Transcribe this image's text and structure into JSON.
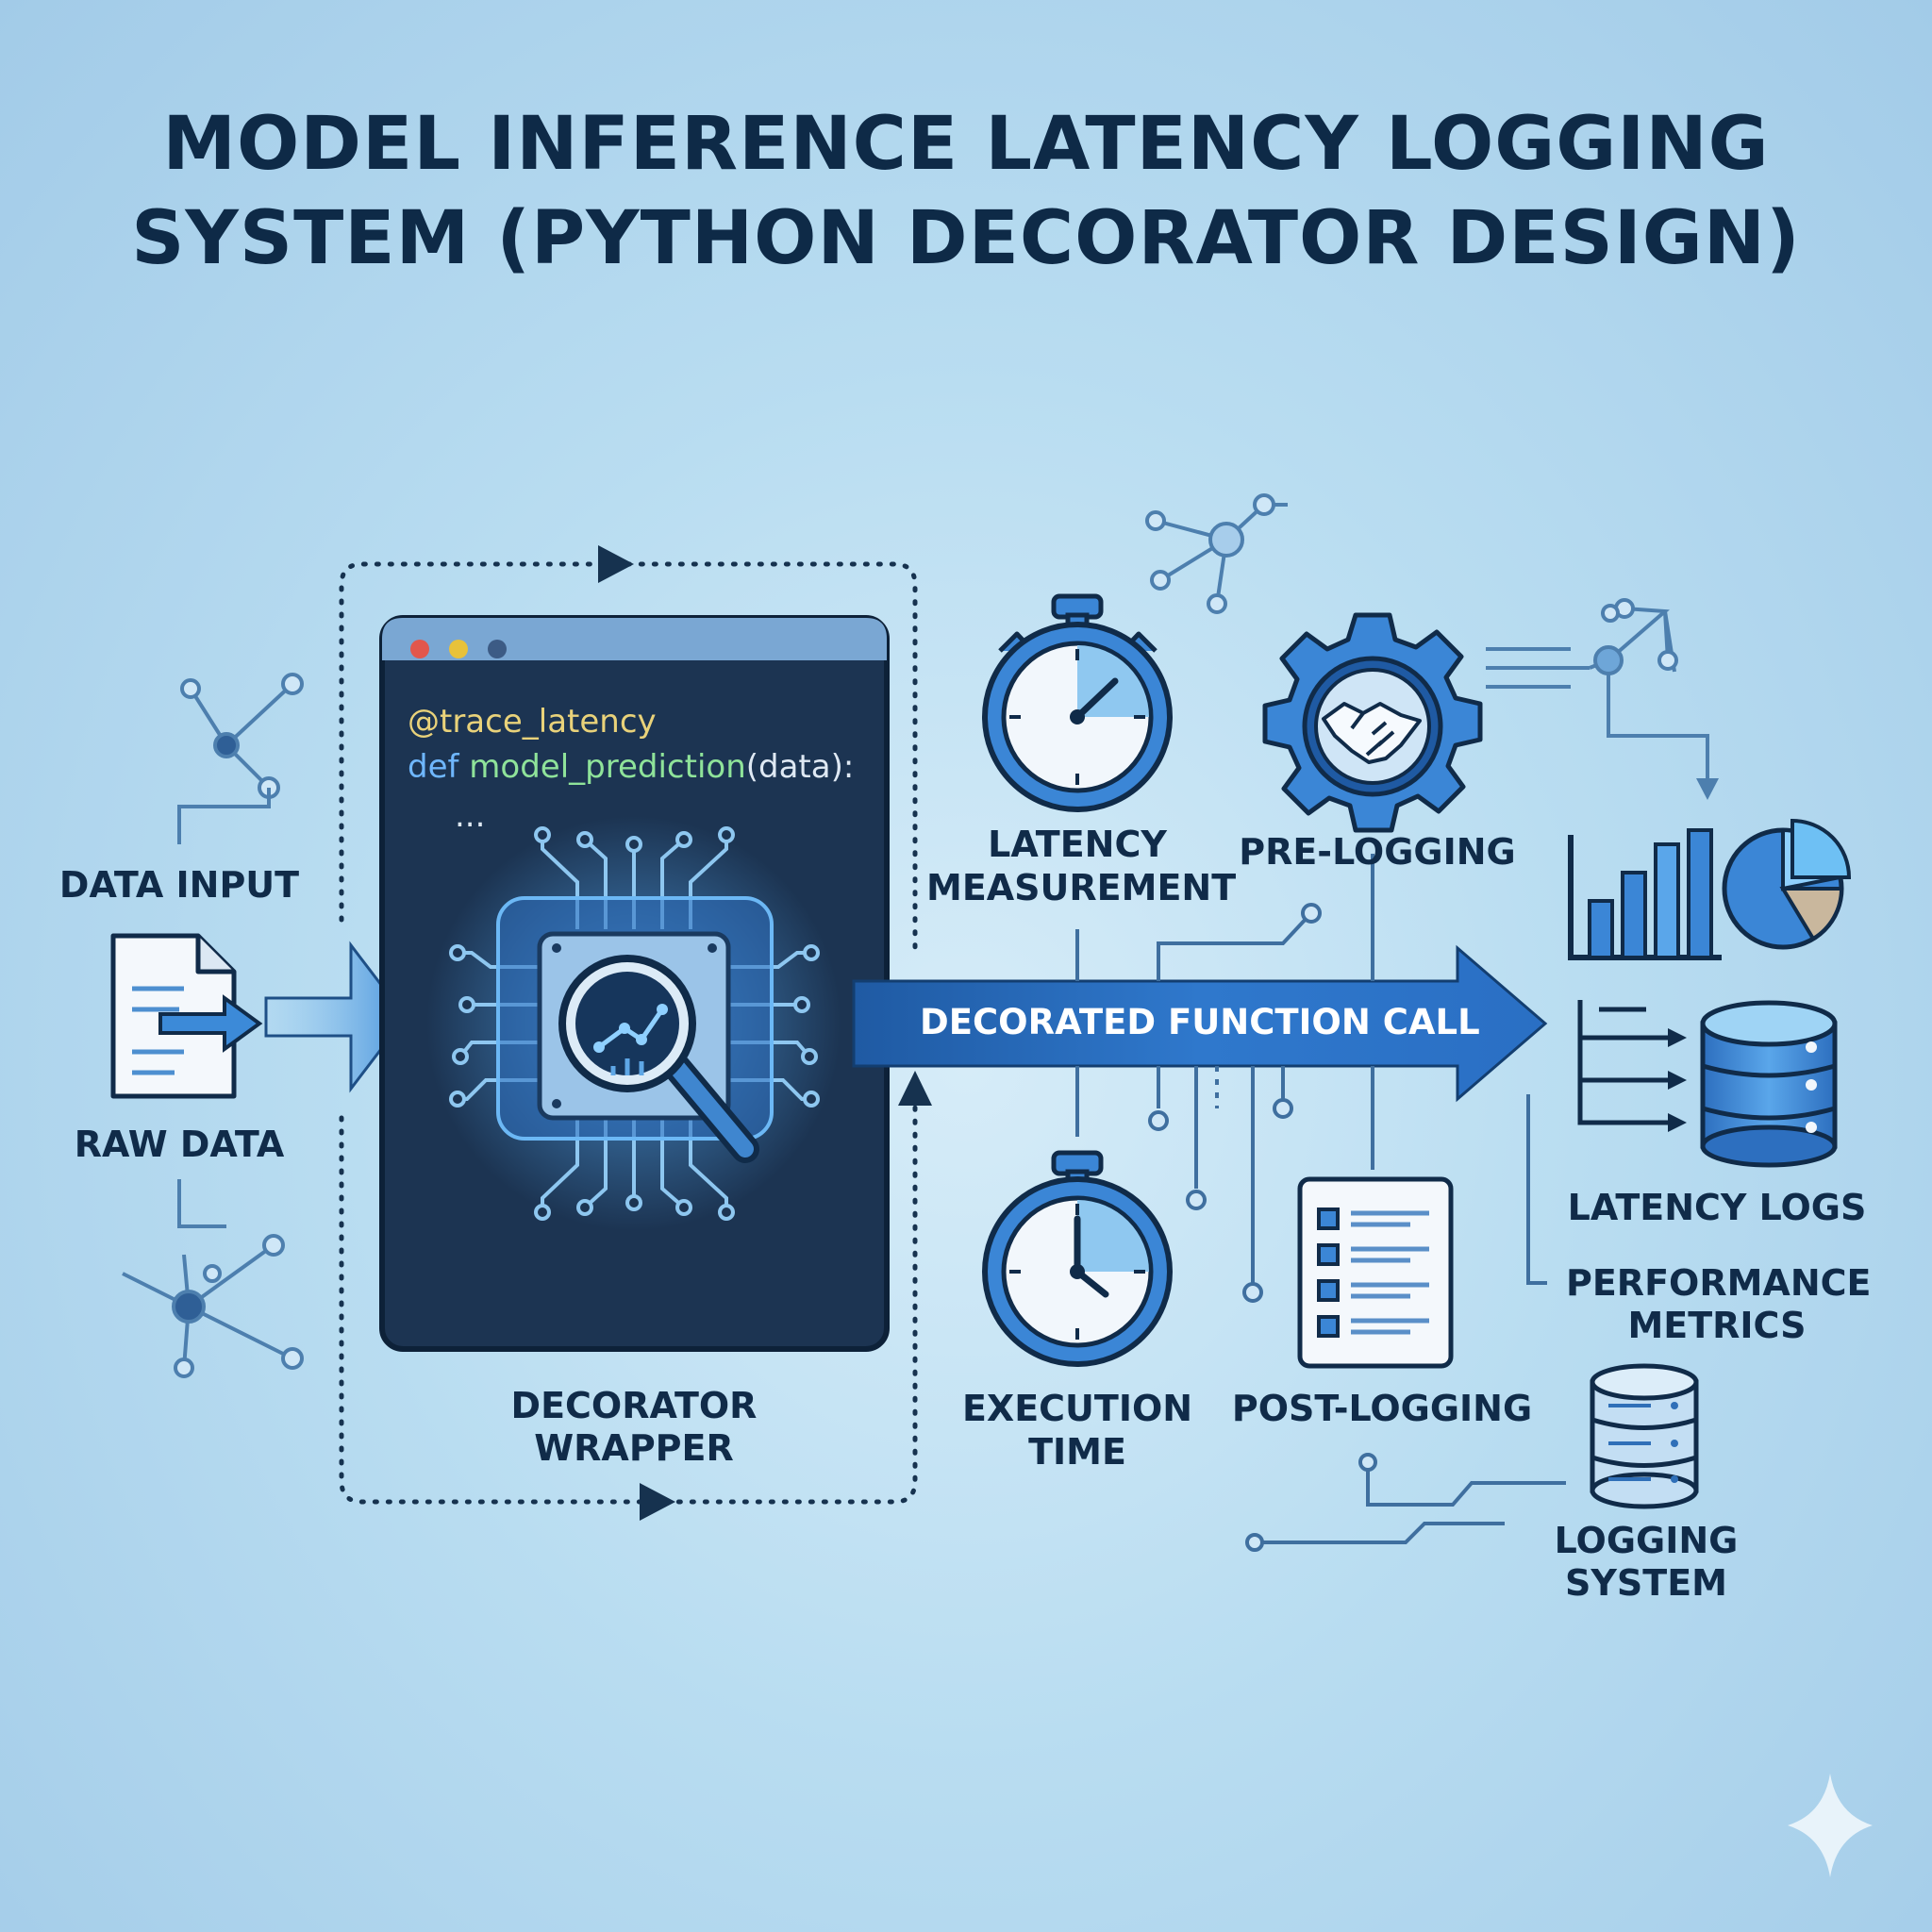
{
  "title": {
    "line1": "MODEL INFERENCE LATENCY LOGGING",
    "line2": "SYSTEM (PYTHON DECORATOR DESIGN)"
  },
  "code": {
    "decorator": "@trace_latency",
    "def_kw": "def",
    "func_name": "model_prediction",
    "args": "(data):",
    "ellipsis": "..."
  },
  "labels": {
    "data_input": "DATA INPUT",
    "raw_data": "RAW DATA",
    "decorator_wrapper_1": "DECORATOR",
    "decorator_wrapper_2": "WRAPPER",
    "latency_measurement_1": "LATENCY",
    "latency_measurement_2": "MEASUREMENT",
    "pre_logging": "PRE-LOGGING",
    "decorated_call": "DECORATED FUNCTION CALL",
    "execution_time_1": "EXECUTION",
    "execution_time_2": "TIME",
    "post_logging": "POST-LOGGING",
    "latency_logs": "LATENCY LOGS",
    "performance_metrics_1": "PERFORMANCE",
    "performance_metrics_2": "METRICS",
    "logging_system_1": "LOGGING",
    "logging_system_2": "SYSTEM"
  },
  "colors": {
    "navy": "#102b49",
    "panel": "#1d3553",
    "accent": "#3b86d6",
    "light": "#9fd4f5"
  }
}
